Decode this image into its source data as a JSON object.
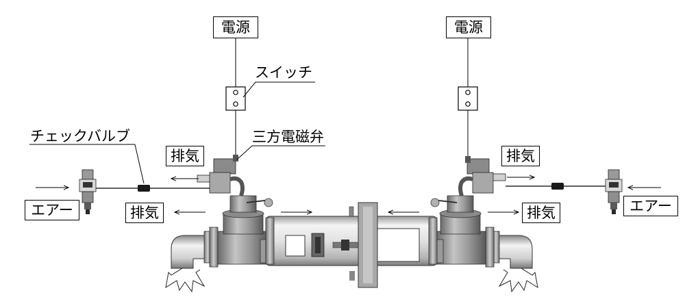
{
  "labels": {
    "power_left": "電源",
    "power_right": "電源",
    "switch": "スイッチ",
    "check_valve": "チェックバルブ",
    "solenoid_valve": "三方電磁弁",
    "exhaust_upper_left": "排気",
    "exhaust_upper_right": "排気",
    "exhaust_lower_left": "排気",
    "exhaust_lower_right": "排気",
    "air_left": "エアー",
    "air_right": "エアー"
  },
  "colors": {
    "line": "#000000",
    "metal_light": "#e6e6e6",
    "metal_mid": "#b8b8b8",
    "metal_dark": "#6e6e6e",
    "black_part": "#1a1a1a"
  }
}
